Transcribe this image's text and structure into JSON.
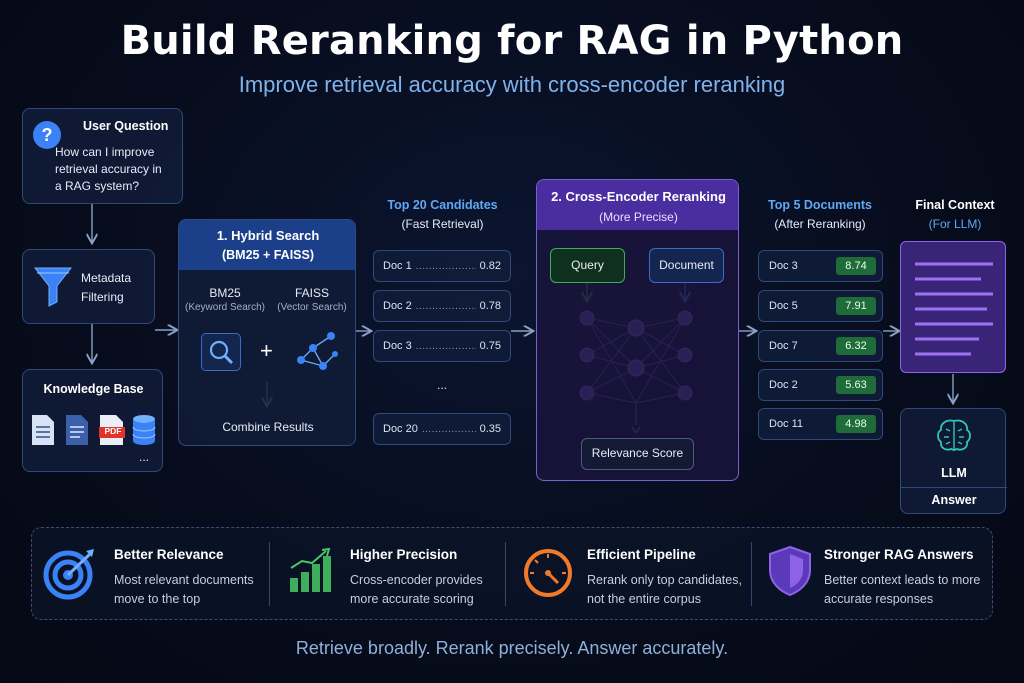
{
  "title": "Build Reranking for RAG in Python",
  "subtitle": "Improve retrieval accuracy with cross-encoder reranking",
  "user_question": {
    "heading": "User Question",
    "lines": [
      "How can I improve",
      "retrieval accuracy in",
      "a RAG system?"
    ]
  },
  "metadata_filter": {
    "line1": "Metadata",
    "line2": "Filtering"
  },
  "knowledge_base": {
    "heading": "Knowledge Base",
    "pdf_label": "PDF",
    "more": "..."
  },
  "hybrid_search": {
    "heading1": "1. Hybrid Search",
    "heading2": "(BM25 + FAISS)",
    "bm25": "BM25",
    "bm25_sub": "(Keyword Search)",
    "faiss": "FAISS",
    "faiss_sub": "(Vector Search)",
    "plus": "+",
    "combine": "Combine Results"
  },
  "candidates": {
    "heading": "Top 20 Candidates",
    "sub": "(Fast Retrieval)",
    "rows": [
      {
        "doc": "Doc 1",
        "score": "0.82"
      },
      {
        "doc": "Doc 2",
        "score": "0.78"
      },
      {
        "doc": "Doc 3",
        "score": "0.75"
      }
    ],
    "ellipsis": "...",
    "last": {
      "doc": "Doc 20",
      "score": "0.35"
    }
  },
  "cross_encoder": {
    "heading1": "2. Cross-Encoder Reranking",
    "heading2": "(More Precise)",
    "query": "Query",
    "document": "Document",
    "relevance": "Relevance Score"
  },
  "top5": {
    "heading": "Top 5 Documents",
    "sub": "(After Reranking)",
    "rows": [
      {
        "doc": "Doc 3",
        "score": "8.74"
      },
      {
        "doc": "Doc 5",
        "score": "7.91"
      },
      {
        "doc": "Doc 7",
        "score": "6.32"
      },
      {
        "doc": "Doc 2",
        "score": "5.63"
      },
      {
        "doc": "Doc 11",
        "score": "4.98"
      }
    ]
  },
  "final_context": {
    "heading": "Final Context",
    "sub": "(For LLM)"
  },
  "llm": {
    "label": "LLM",
    "answer": "Answer"
  },
  "benefits": [
    {
      "title": "Better Relevance",
      "desc1": "Most relevant documents",
      "desc2": "move to the top",
      "icon": "target-icon"
    },
    {
      "title": "Higher Precision",
      "desc1": "Cross-encoder provides",
      "desc2": "more accurate scoring",
      "icon": "bar-chart-icon"
    },
    {
      "title": "Efficient Pipeline",
      "desc1": "Rerank only top candidates,",
      "desc2": "not the entire corpus",
      "icon": "gauge-icon"
    },
    {
      "title": "Stronger RAG Answers",
      "desc1": "Better context leads to more",
      "desc2": "accurate responses",
      "icon": "shield-icon"
    }
  ],
  "tagline": "Retrieve broadly. Rerank precisely. Answer accurately.",
  "colors": {
    "accent_blue": "#5fa8f5",
    "purple": "#8f63e8",
    "score_green": "#1f6b3a",
    "border": "#2f4a7a"
  }
}
